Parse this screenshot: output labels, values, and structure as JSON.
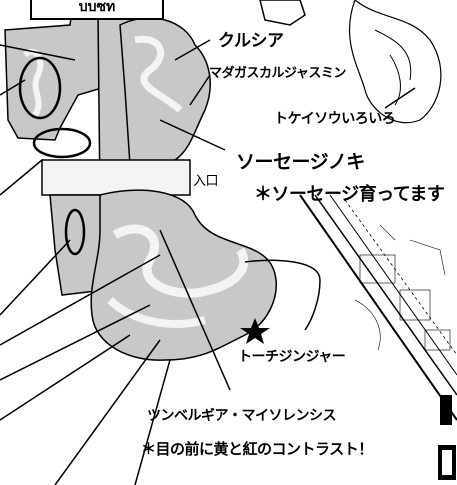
{
  "map": {
    "title_fragment": "บบซท",
    "entrance": "入口",
    "labels": {
      "kurushia": "クルシア",
      "madagascar": "マダガスカルジャスミン",
      "tokeisou": "トケイソウいろいろ",
      "sausage": "ソーセージノキ",
      "sausage_note": "＊ソーセージ育ってます",
      "torch": "トーチジンジャー",
      "thunbergia": "ツンベルギア・マイソレンシス",
      "thunbergia_note": "＊目の前に黄と紅のコントラスト！"
    },
    "colors": {
      "ink": "#000000",
      "building": "#c8c8c8",
      "path": "#f4f4f4",
      "bg": "#ffffff"
    }
  }
}
